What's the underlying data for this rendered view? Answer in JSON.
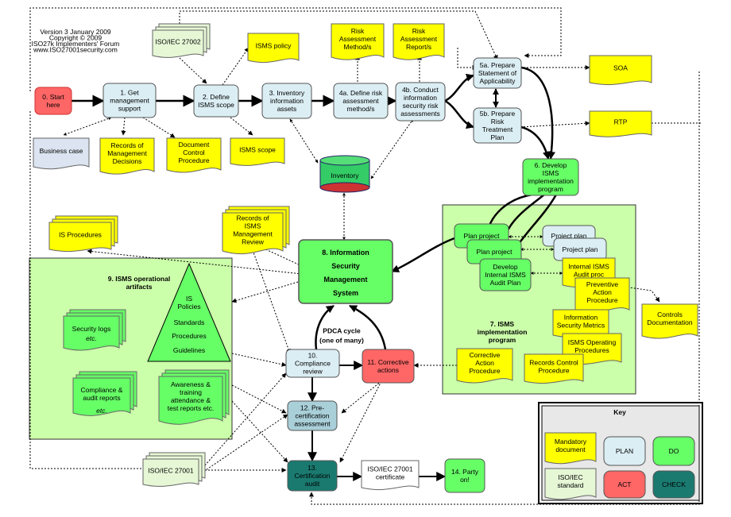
{
  "version": {
    "line1": "Version 3 January 2009",
    "line2": "Copyright © 2009",
    "line3": "ISO27k Implementers' Forum",
    "line4": "www.ISO27001security.com"
  },
  "nodes": {
    "start": [
      "0. Start",
      "here"
    ],
    "get_support": [
      "1. Get",
      "management",
      "support"
    ],
    "define_scope": [
      "2. Define",
      "ISMS scope"
    ],
    "inventory_assets": [
      "3. Inventory",
      "information",
      "assets"
    ],
    "define_risk_method": [
      "4a. Define risk",
      "assessment",
      "method/s"
    ],
    "conduct_risk": [
      "4b. Conduct",
      "information",
      "security risk",
      "assessments"
    ],
    "prepare_soa": [
      "5a. Prepare",
      "Statement of",
      "Applicability"
    ],
    "prepare_rtp": [
      "5b. Prepare",
      "Risk",
      "Treatment",
      "Plan"
    ],
    "develop_program": [
      "6. Develop",
      "ISMS",
      "implementation",
      "program"
    ],
    "isms_main": [
      "8. Information",
      "Security",
      "Management",
      "System"
    ],
    "compliance_review": [
      "10.",
      "Compliance",
      "review"
    ],
    "corrective_actions": [
      "11. Corrective",
      "actions"
    ],
    "pre_cert": [
      "12. Pre-",
      "certification",
      "assessment"
    ],
    "cert_audit": [
      "13.",
      "Certification",
      "audit"
    ],
    "party": [
      "14. Party",
      "on!"
    ],
    "plan_project_1": [
      "Plan project"
    ],
    "plan_project_2": [
      "Plan project"
    ],
    "develop_audit_plan": [
      "Develop",
      "Internal ISMS",
      "Audit Plan"
    ],
    "project_plan_1": [
      "Project plan"
    ],
    "project_plan_2": [
      "Project plan"
    ]
  },
  "documents": {
    "iso27002": [
      "ISO/IEC 27002"
    ],
    "isms_policy": [
      "ISMS policy"
    ],
    "risk_method": [
      "Risk",
      "Assessment",
      "Method/s"
    ],
    "risk_report": [
      "Risk",
      "Assessment",
      "Report/s"
    ],
    "soa": [
      "SOA"
    ],
    "rtp": [
      "RTP"
    ],
    "business_case": [
      "Business case"
    ],
    "records_decisions": [
      "Records of",
      "Management",
      "Decisions"
    ],
    "doc_control": [
      "Document",
      "Control",
      "Procedure"
    ],
    "isms_scope": [
      "ISMS scope"
    ],
    "inventory": [
      "Inventory"
    ],
    "is_procedures": [
      "IS Procedures"
    ],
    "records_review": [
      "Records of",
      "ISMS",
      "Management",
      "Review"
    ],
    "internal_audit_proc": [
      "Internal ISMS",
      "Audit proc"
    ],
    "preventive": [
      "Preventive",
      "Action",
      "Procedure"
    ],
    "controls_doc": [
      "Controls",
      "Documentation"
    ],
    "info_sec_metrics": [
      "Information",
      "Security Metrics"
    ],
    "isms_op_proc": [
      "ISMS Operating",
      "Procedures"
    ],
    "corrective_proc": [
      "Corrective",
      "Action",
      "Procedure"
    ],
    "records_control": [
      "Records Control",
      "Procedure"
    ],
    "iso27001": [
      "ISO/IEC 27001"
    ],
    "iso27001_cert": [
      "ISO/IEC 27001",
      "certificate"
    ]
  },
  "artifacts": {
    "title": [
      "9. ISMS operational",
      "artifacts"
    ],
    "pyramid": [
      "IS",
      "Policies",
      "Standards",
      "Procedures",
      "Guidelines"
    ],
    "security_logs": [
      "Security logs",
      "etc."
    ],
    "compliance_reports": [
      "Compliance &",
      "audit reports",
      "etc."
    ],
    "awareness": [
      "Awareness &",
      "training",
      "attendance &",
      "test reports etc."
    ]
  },
  "program_box": {
    "title": [
      "7. ISMS",
      "implementation",
      "program"
    ]
  },
  "pdca": [
    "PDCA cycle",
    "(one of many)"
  ],
  "key": {
    "title": "Key",
    "mandatory": [
      "Mandatory",
      "document"
    ],
    "plan": "PLAN",
    "do": "DO",
    "standard": [
      "ISO/IEC",
      "standard"
    ],
    "act": "ACT",
    "check": "CHECK"
  },
  "colors": {
    "doc_yellow": "#ffff00",
    "plan_blue": "#dbeef4",
    "do_green": "#66ff66",
    "act_red": "#ff6666",
    "check_teal": "#1a7a70",
    "panel_green": "#ccffaa",
    "iso_doc": "#e6f7d6"
  }
}
